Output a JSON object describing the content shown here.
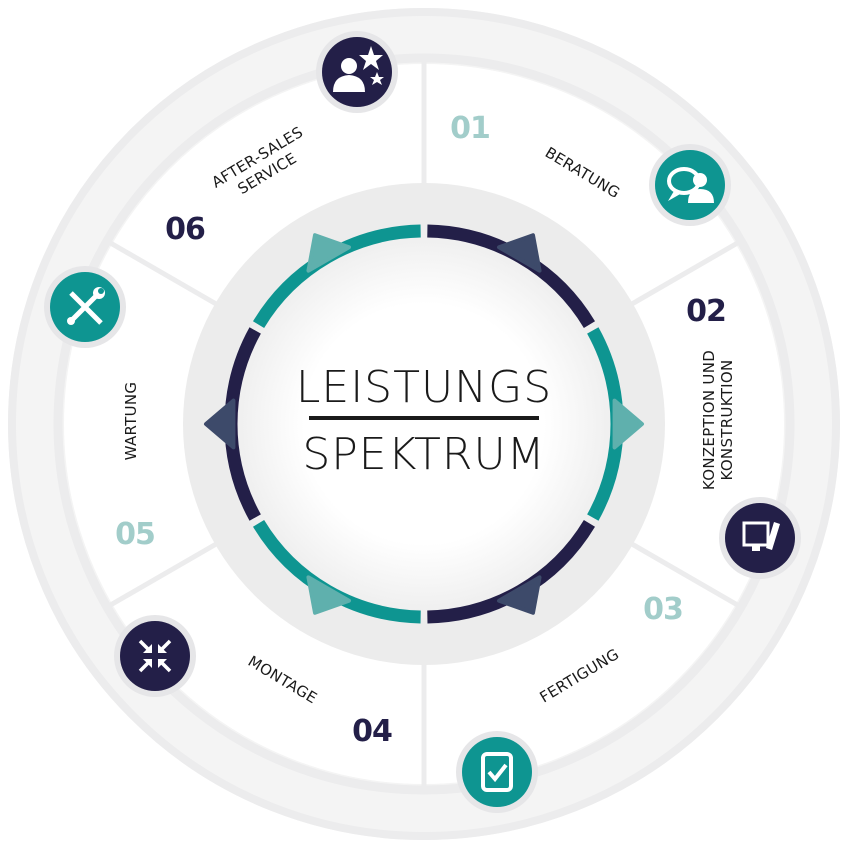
{
  "title": {
    "line1": "LEISTUNGS",
    "line2": "SPEKTRUM"
  },
  "colors": {
    "teal": "#0e9591",
    "navy": "#231f48",
    "light_number": "#a2cdca",
    "ring": "#ececed"
  },
  "steps": [
    {
      "number": "01",
      "lines": [
        "BERATUNG"
      ],
      "icon": "consultation-icon"
    },
    {
      "number": "02",
      "lines": [
        "KONZEPTION UND",
        "KONSTRUKTION"
      ],
      "icon": "design-icon"
    },
    {
      "number": "03",
      "lines": [
        "FERTIGUNG"
      ],
      "icon": "checkbox-icon"
    },
    {
      "number": "04",
      "lines": [
        "MONTAGE"
      ],
      "icon": "assembly-arrows-icon"
    },
    {
      "number": "05",
      "lines": [
        "WARTUNG"
      ],
      "icon": "tools-icon"
    },
    {
      "number": "06",
      "lines": [
        "AFTER-SALES",
        "SERVICE"
      ],
      "icon": "user-stars-icon"
    }
  ]
}
